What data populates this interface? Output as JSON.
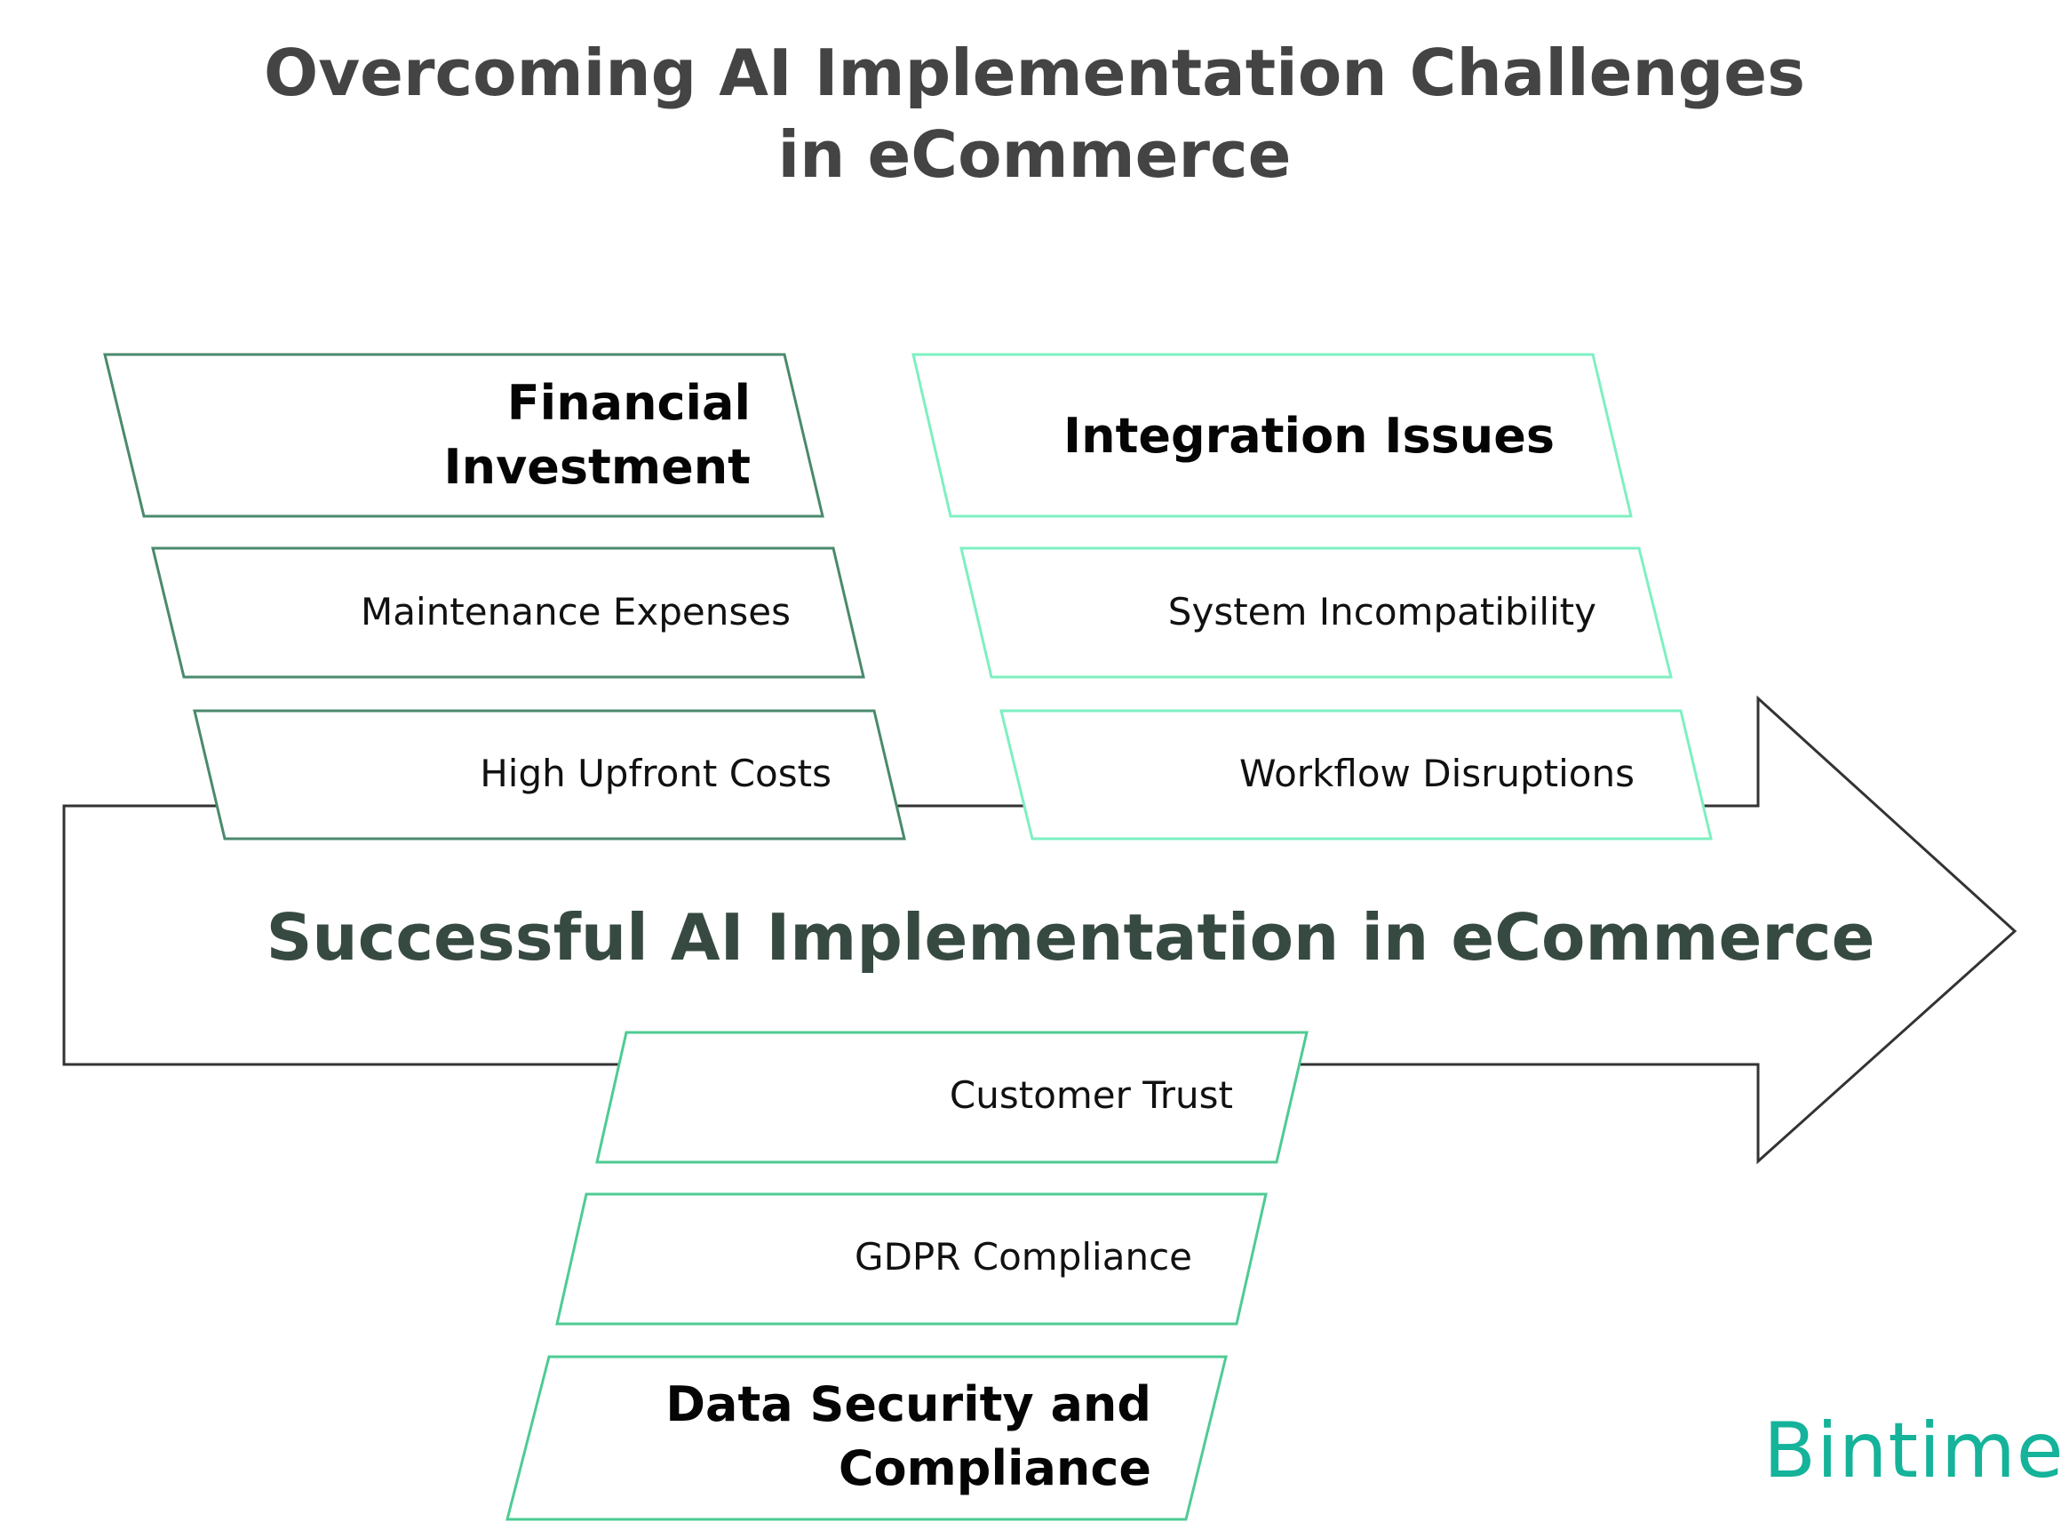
{
  "title": {
    "line1": "Overcoming AI Implementation Challenges",
    "line2": "in eCommerce"
  },
  "center_arrow": {
    "label": "Successful AI Implementation in eCommerce",
    "stroke_color": "#333333",
    "label_color": "#364a41"
  },
  "groups": [
    {
      "name": "Financial Investment",
      "heading_line1": "Financial",
      "heading_line2": "Investment",
      "color": "#4a8a6c",
      "items": [
        "Maintenance Expenses",
        "High Upfront Costs"
      ]
    },
    {
      "name": "Integration Issues",
      "heading_line1": "Integration Issues",
      "color": "#7ef0c2",
      "items": [
        "System Incompatibility",
        "Workflow Disruptions"
      ]
    },
    {
      "name": "Data Security and Compliance",
      "heading_line1": "Data Security and",
      "heading_line2": "Compliance",
      "color": "#4ecb93",
      "items": [
        "Customer Trust",
        "GDPR Compliance"
      ]
    }
  ],
  "brand": {
    "logo_text": "Bintime",
    "color": "#14b39a"
  }
}
